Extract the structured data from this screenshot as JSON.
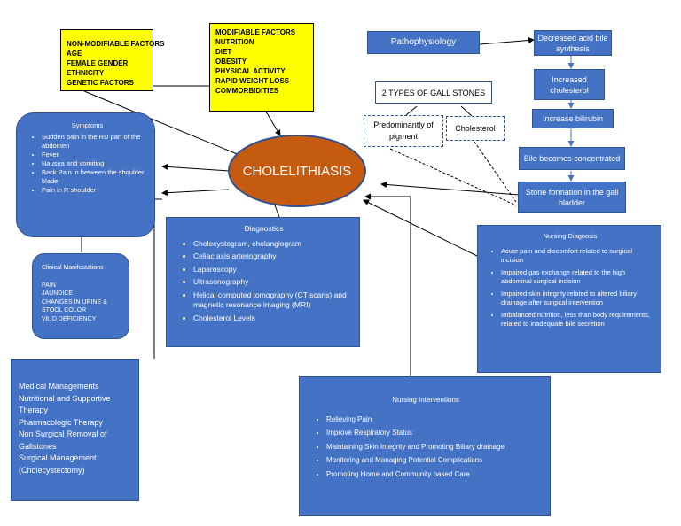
{
  "center": {
    "title": "CHOLELITHIASIS"
  },
  "non_modifiable": {
    "lines": [
      "NON-MODIFIABLE FACTORS",
      "AGE",
      "FEMALE GENDER",
      "ETHNICITY",
      "GENETIC FACTORS"
    ]
  },
  "modifiable": {
    "lines": [
      "MODIFIABLE FACTORS",
      "NUTRITION",
      "DIET",
      "OBESITY",
      "PHYSICAL ACTIVITY",
      "RAPID WEIGHT LOSS",
      "COMMORBIDITIES"
    ]
  },
  "patho": {
    "title": "Pathophysiology",
    "steps": [
      "Decreased acid bile synthesis",
      "Increased cholesterol",
      "Increase bilirubin",
      "Bile becomes concentrated",
      "Stone formation in the gall bladder"
    ]
  },
  "gallstones": {
    "title": "2 TYPES OF GALL STONES",
    "types": [
      "Predominantly of pigment",
      "Cholesterol"
    ]
  },
  "symptoms": {
    "title": "Symptoms",
    "items": [
      "Sudden pain in the RU part of the abdomen",
      "Fever",
      "Nausea and vomiting",
      "Back Pain in between the shoulder blade",
      "Pain in R shoulder"
    ]
  },
  "clinical": {
    "title": "Clinical Manifestations",
    "items": [
      "PAIN",
      "JAUNDICE",
      "CHANGES IN URINE & STOOL COLOR",
      "Vit. D DEFICIENCY"
    ]
  },
  "diagnostics": {
    "title": "Diagnostics",
    "items": [
      "Cholecystogram, cholangiogram",
      "Celiac axis arteriography",
      " Laparoscopy",
      "Ultrasonography",
      "Helical computed tomography (CT scans) and magnetic resonance imaging (MRI)",
      "Cholesterol Levels"
    ]
  },
  "nursing_diagnosis": {
    "title": "Nursing Diagnosis",
    "items": [
      "Acute pain and discomfort related to surgical incision",
      "Impaired gas exchange related to the high abdominal surgical incision",
      "Impaired skin integrity related to altered biliary drainage after surgical intervention",
      "Imbalanced nutrition, less than body requirements, related to inadequate bile secretion"
    ]
  },
  "medical": {
    "items": [
      "Medical Managements",
      "Nutritional and Supportive Therapy",
      "Pharmacologic Therapy",
      "Non Surgical Removal of Gallstones",
      "Surgical Management (Cholecystectomy)"
    ]
  },
  "interventions": {
    "title": "Nursing Interventions",
    "items": [
      "Relieving Pain",
      "Improve Respiratory Status",
      "Maintaining Skin Integrity and  Promoting Biliary drainage",
      "Monitoring and Managing Potential Complications",
      "Promoting Home and Community based Care"
    ]
  },
  "colors": {
    "box_blue": "#4472c4",
    "box_border": "#2f528f",
    "center_fill": "#c55a11",
    "risk_fill": "#ffff00"
  }
}
